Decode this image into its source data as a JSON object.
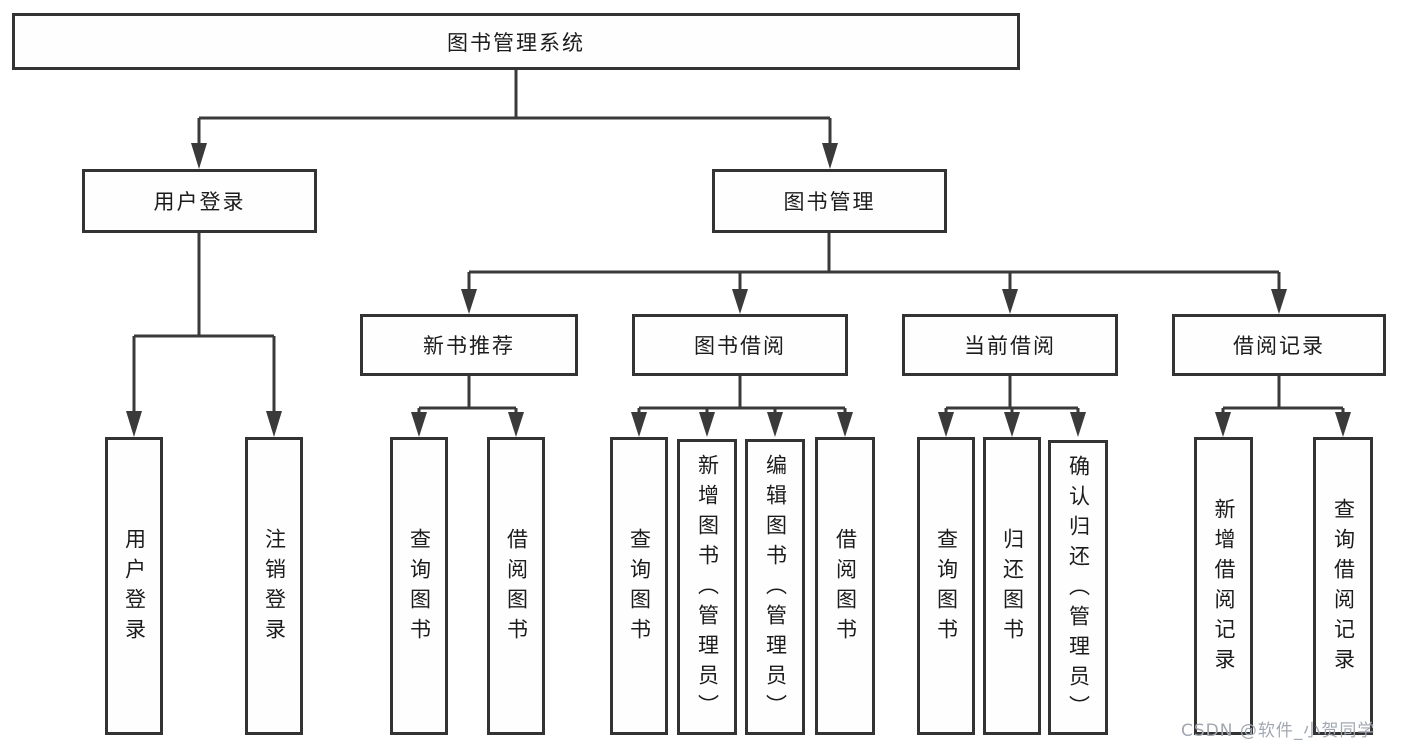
{
  "diagram": {
    "root": {
      "label": "图书管理系统"
    },
    "children": [
      {
        "label": "用户登录",
        "children": [
          {
            "label": "用户登录"
          },
          {
            "label": "注销登录"
          }
        ]
      },
      {
        "label": "图书管理",
        "children": [
          {
            "label": "新书推荐",
            "children": [
              {
                "label": "查询图书"
              },
              {
                "label": "借阅图书"
              }
            ]
          },
          {
            "label": "图书借阅",
            "children": [
              {
                "label": "查询图书"
              },
              {
                "label": "新增图书（管理员）"
              },
              {
                "label": "编辑图书（管理员）"
              },
              {
                "label": "借阅图书"
              }
            ]
          },
          {
            "label": "当前借阅",
            "children": [
              {
                "label": "查询图书"
              },
              {
                "label": "归还图书"
              },
              {
                "label": "确认归还（管理员）"
              }
            ]
          },
          {
            "label": "借阅记录",
            "children": [
              {
                "label": "新增借阅记录"
              },
              {
                "label": "查询借阅记录"
              }
            ]
          }
        ]
      }
    ]
  },
  "watermark": {
    "text": "CSDN @软件_小贺同学"
  },
  "colors": {
    "line": "#3a3a3a",
    "box_border": "#333333",
    "box_fill": "#fefefe",
    "label_text": "#1c1c1c",
    "watermark_text": "#a2a8b1",
    "background": "#ffffff"
  }
}
